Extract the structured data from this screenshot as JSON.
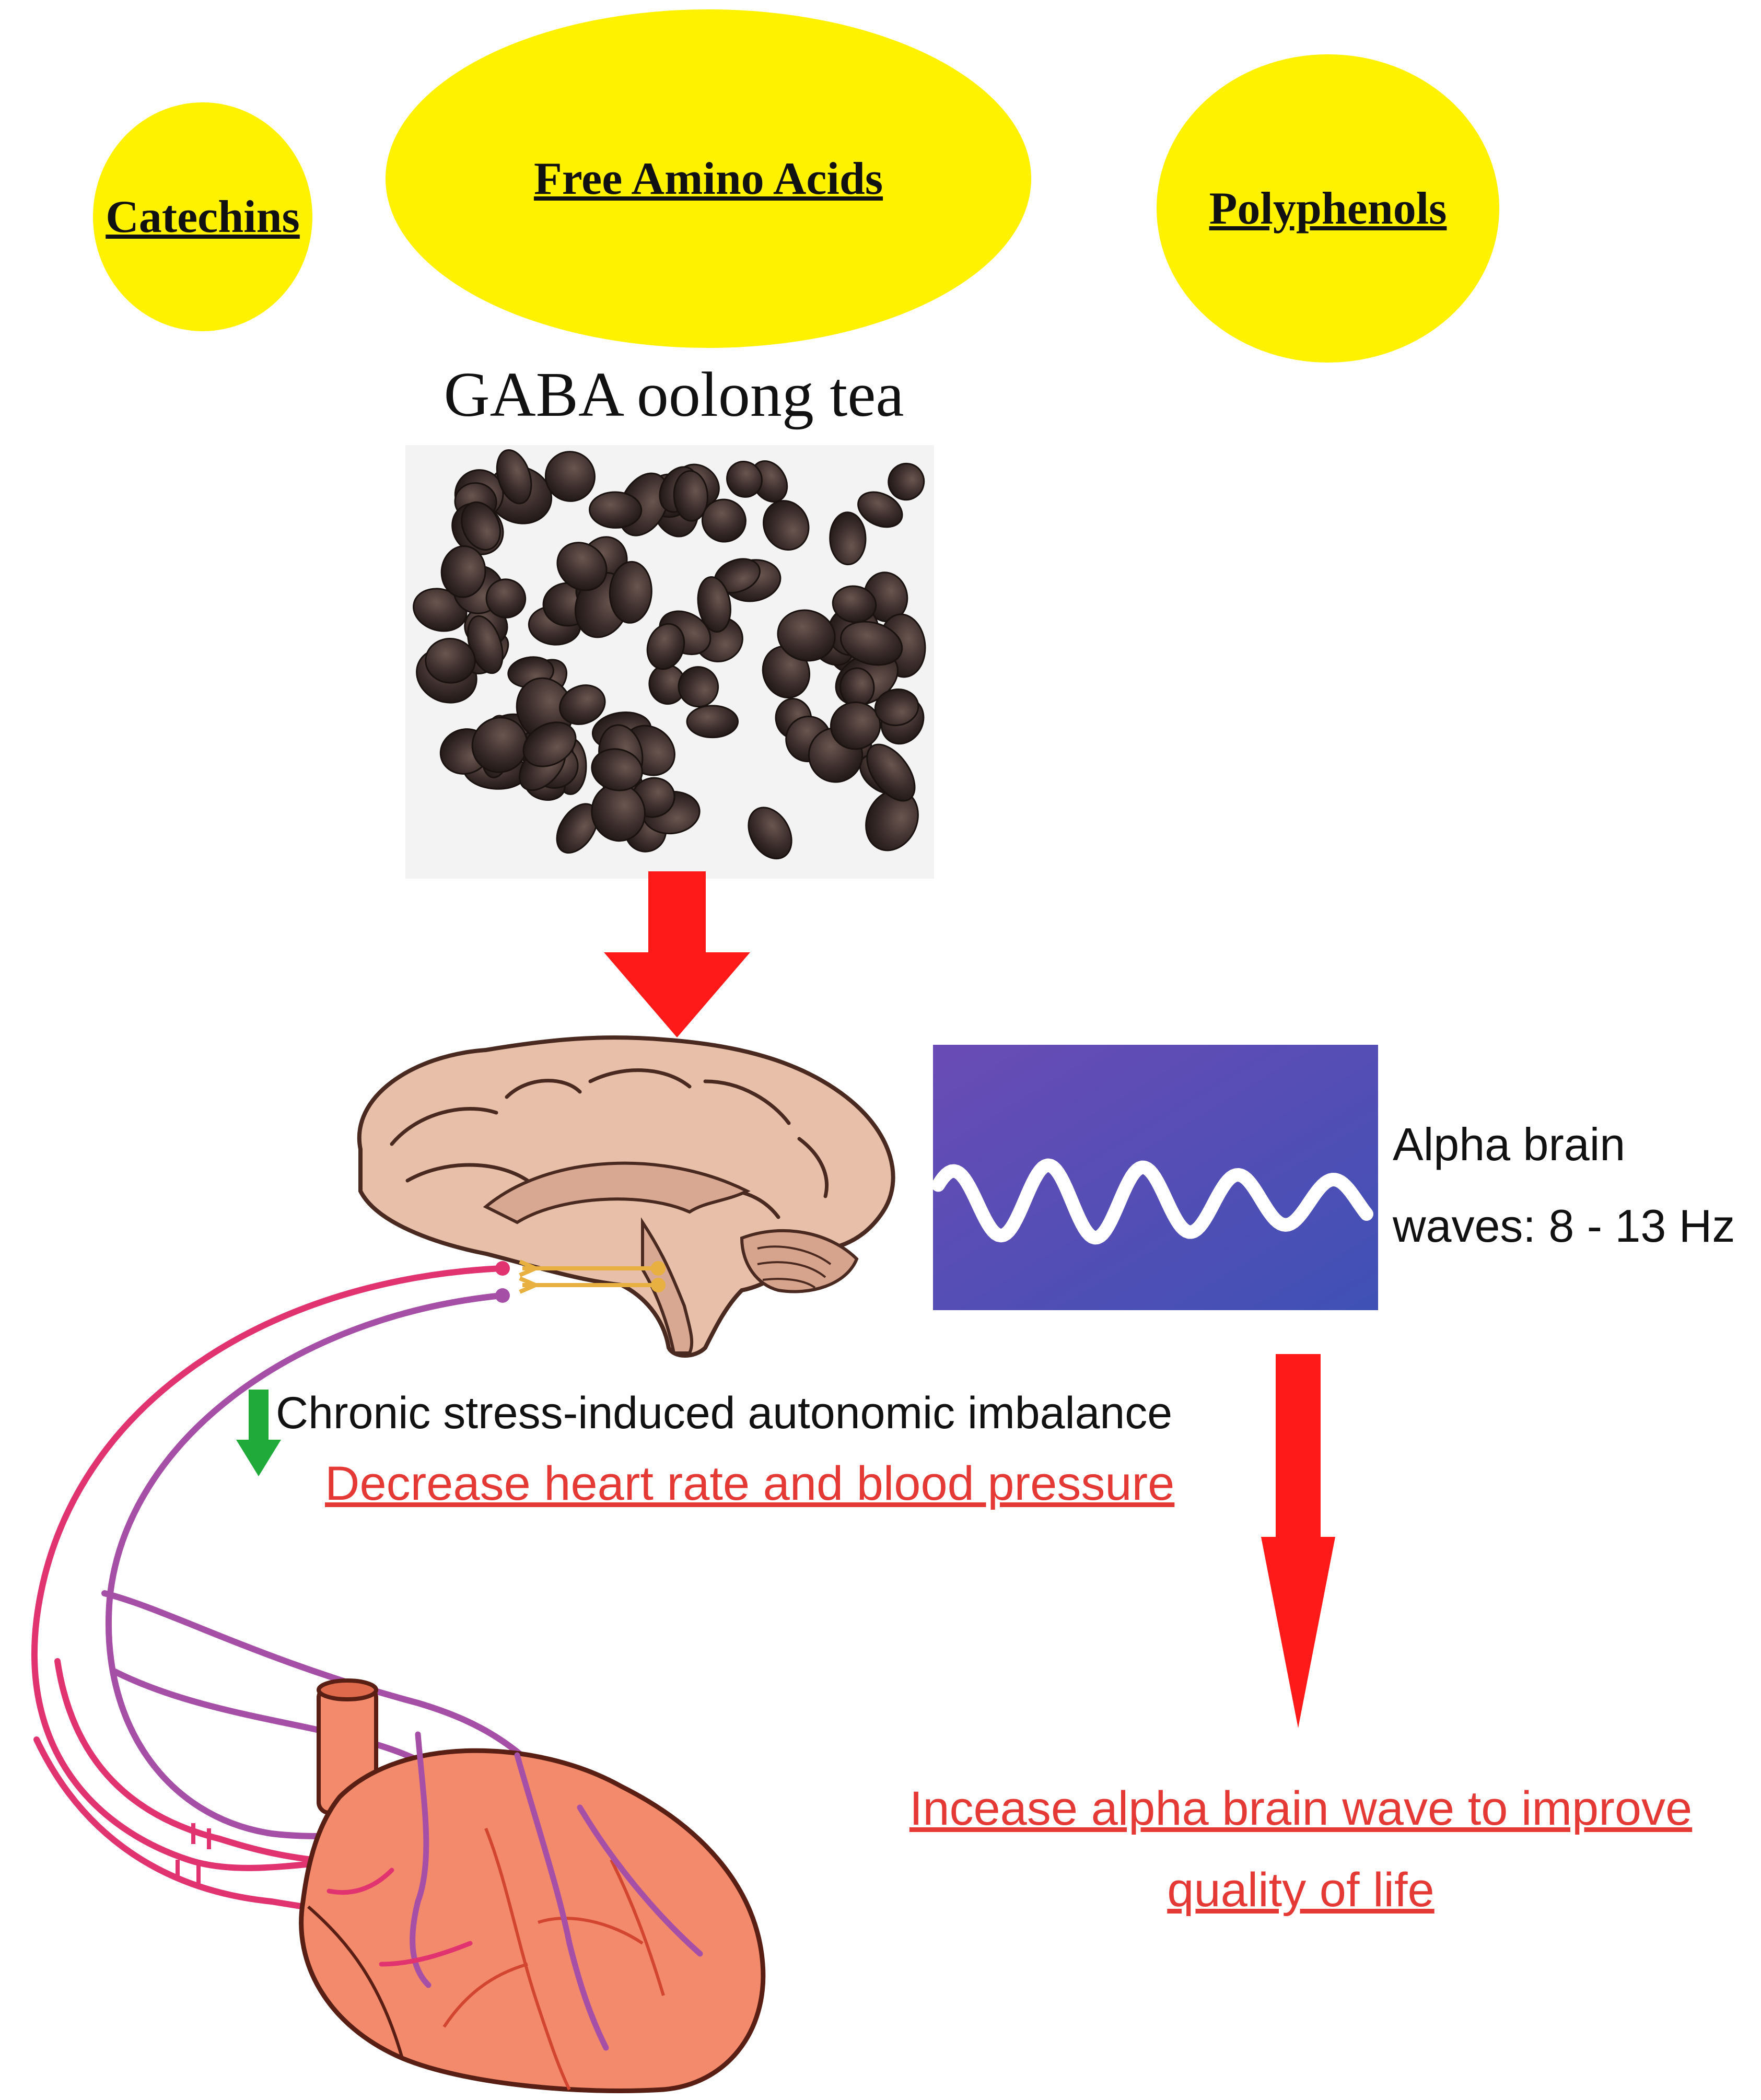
{
  "compounds": [
    "Catechins",
    "Free Amino Acids",
    "Polyphenols"
  ],
  "product_title": "GABA oolong tea",
  "alpha_label": {
    "line1": "Alpha brain",
    "line2": "waves: 8 - 13 Hz"
  },
  "stress_label": "Chronic stress-induced autonomic imbalance",
  "effect_heart": "Decrease heart rate and blood pressure",
  "effect_brain": {
    "line1": "Incease alpha brain wave to improve",
    "line2": "quality of life"
  },
  "colors": {
    "bubble": "#fff200",
    "arrow_red": "#ff1a1a",
    "arrow_green": "#1faa3a",
    "effect_text": "#e53935",
    "wave_panel_from": "#6a4bb5",
    "wave_panel_to": "#3f51b5",
    "brain": "#e8bfa8",
    "heart": "#f48a6c",
    "nerve_pink": "#e0336f",
    "nerve_purple": "#a64fa6"
  },
  "icons": [
    "tea-leaves-photo",
    "brain-illustration",
    "alpha-wave-graph",
    "heart-illustration",
    "nerve-fibers"
  ]
}
